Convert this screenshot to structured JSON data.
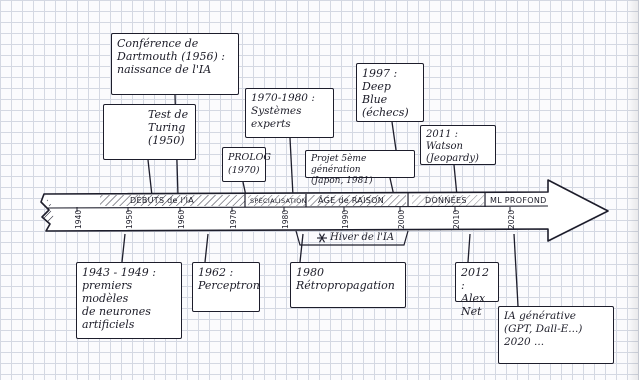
{
  "colors": {
    "ink": "#1d1d2b",
    "paper": "#fbfbfd",
    "grid": "#d4d8e2"
  },
  "icons": [
    "portrait-icon",
    "snowflake-icon",
    "arrow-head-icon"
  ],
  "notes": {
    "dartmouth": "Conférence de\nDartmouth (1956) :\nnaissance de l'IA",
    "turing": "Test de\nTuring\n(1950)",
    "prolog": "PROLOG\n(1970)",
    "expert": "1970-1980 :\nSystèmes experts",
    "projet5": "Projet 5ème génération\n(Japon, 1981)",
    "deepblue": "1997 :\nDeep Blue\n(échecs)",
    "watson": "2011 :\nWatson\n(Jeopardy)",
    "neurones": "1943 - 1949 :\npremiers modèles\nde neurones\nartificiels",
    "perceptron": "1962 :\nPerceptron",
    "retro": "1980\nRétropropagation",
    "alexnet": "2012 :\nAlex Net",
    "generative": "IA générative\n(GPT, Dall-E...)\n2020 ..."
  },
  "eras": {
    "debuts": "DÉBUTS de l'IA",
    "specialisation": "SPÉCIALISATION",
    "raison": "ÂGE de RAISON",
    "donnees": "DONNÉES",
    "ml": "ML PROFOND"
  },
  "years": [
    "1940",
    "1950",
    "1960",
    "1970",
    "1980",
    "1990",
    "2000",
    "2010",
    "2020"
  ],
  "winter_label": "Hiver de l'IA"
}
